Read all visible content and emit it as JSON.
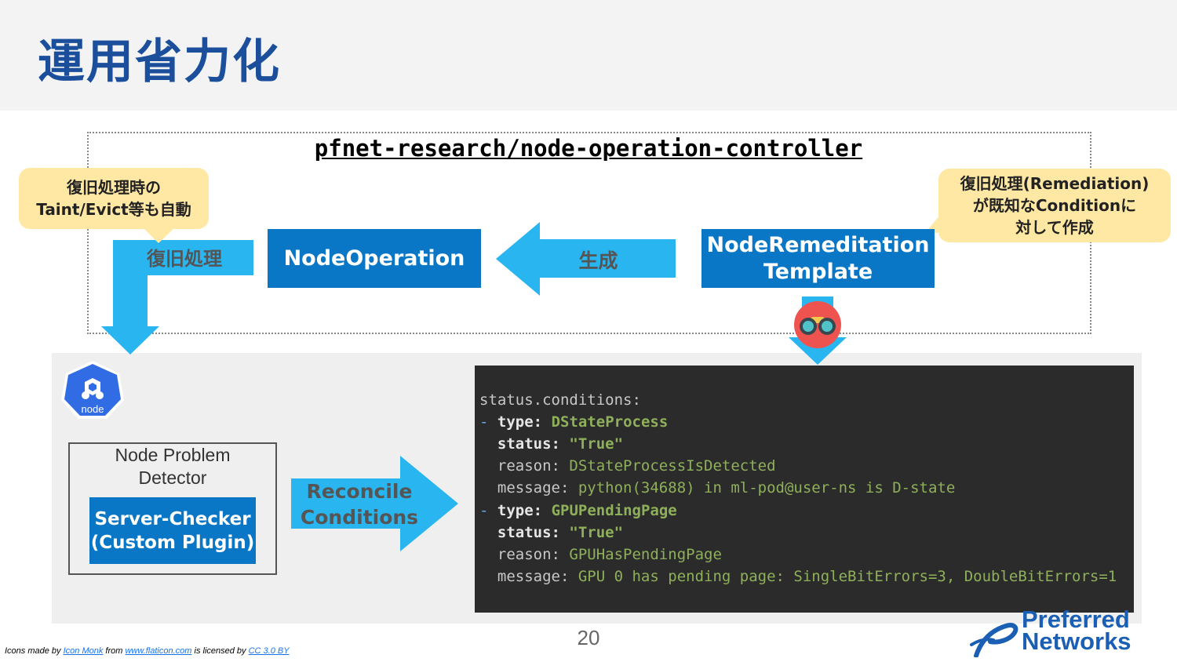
{
  "title": "運用省力化",
  "repo": "pfnet-research/node-operation-controller",
  "callout_left": {
    "line1": "復旧処理時の",
    "line2": "Taint/Evict等も自動"
  },
  "callout_right": {
    "line1": "復旧処理(Remediation)",
    "line2": "が既知なConditionに",
    "line3": "対して作成"
  },
  "arrow_recovery_label": "復旧処理",
  "node_operation": "NodeOperation",
  "arrow_generate_label": "生成",
  "node_remediation": {
    "line1": "NodeRemeditation",
    "line2": "Template"
  },
  "node_icon_label": "node",
  "npd": {
    "line1": "Node Problem",
    "line2": "Detector"
  },
  "server_checker": {
    "line1": "Server-Checker",
    "line2": "(Custom Plugin)"
  },
  "reconcile": {
    "line1": "Reconcile",
    "line2": "Conditions"
  },
  "terminal": {
    "l1": "status.conditions:",
    "dash": "-",
    "type_key": "type:",
    "status_key": "status:",
    "reason_key": "reason:",
    "message_key": "message:",
    "c1_type": "DStateProcess",
    "c1_status": "\"True\"",
    "c1_reason": "DStateProcessIsDetected",
    "c1_message": "python(34688) in ml-pod@user-ns is D-state",
    "c2_type": "GPUPendingPage",
    "c2_status": "\"True\"",
    "c2_reason": "GPUHasPendingPage",
    "c2_message": "GPU 0 has pending page: SingleBitErrors=3, DoubleBitErrors=1"
  },
  "footer": {
    "prefix": "Icons made by ",
    "author": "Icon Monk",
    "mid1": " from ",
    "site": "www.flaticon.com",
    "mid2": " is licensed by ",
    "license": "CC 3.0 BY"
  },
  "page_number": "20",
  "logo": {
    "line1": "Preferred",
    "line2": "Networks"
  },
  "colors": {
    "brand_blue": "#0a77c6",
    "arrow_blue": "#29b6f0",
    "title_blue": "#1b4f9c",
    "callout": "#ffe8a3",
    "terminal_bg": "#2b2b2b"
  }
}
